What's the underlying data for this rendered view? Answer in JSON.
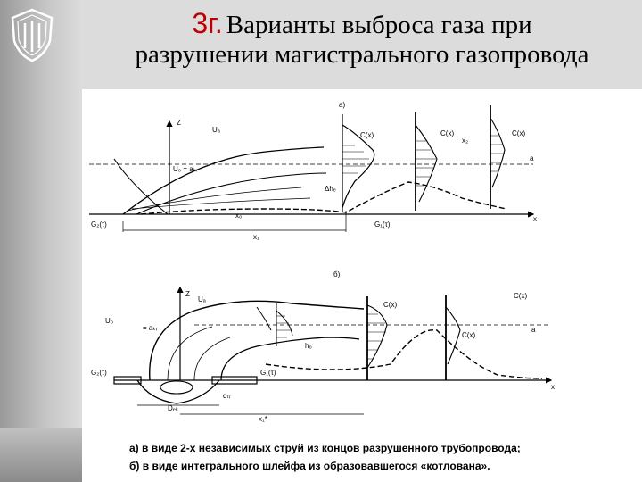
{
  "slide": {
    "title_number": "3г.",
    "title_line1": "Варианты выброса газа при",
    "title_line2": "разрушении магистрального газопровода"
  },
  "figure_labels": {
    "a": {
      "panel": "а)",
      "z": "Z",
      "u_a": "Uₐ",
      "u0_akr": "U₀ = aₖᵣ",
      "c_x1": "C(x)",
      "c_x2": "C(x)",
      "c_x3": "C(x)",
      "x2": "x₂",
      "a": "a",
      "delta_h": "Δhₑ",
      "x_axis": "x",
      "x0": "x₀",
      "x1": "x₁",
      "g2": "G₂(τ)",
      "g1": "G₁(τ)"
    },
    "b": {
      "panel": "б)",
      "z": "Z",
      "u_a": "Uₐ",
      "u0": "U₀",
      "akr": "= aₖᵣ",
      "h0": "h₀",
      "c_x1": "C(x)",
      "c_x2": "C(x)",
      "c_x3": "C(x)",
      "a": "a",
      "x_axis": "x",
      "g2": "G₂(τ)",
      "g1": "G₁(τ)",
      "d_tr": "dₜᵣ",
      "d_ek": "Dₑₖ",
      "x1": "x₁*"
    }
  },
  "caption": {
    "line1": "а) в виде 2-х независимых струй из концов разрушенного трубопровода;",
    "line2": "б) в виде интегрального шлейфа из образовавшегося «котлована»."
  }
}
